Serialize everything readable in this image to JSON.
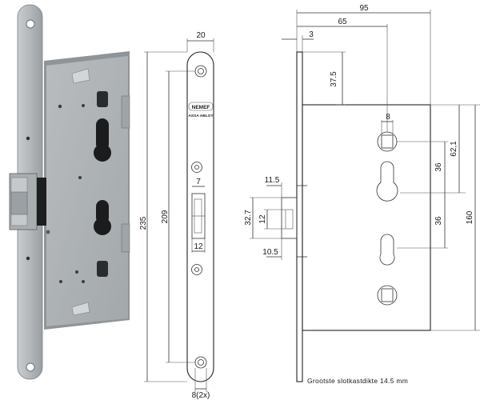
{
  "dimensions": {
    "faceplate_width": "20",
    "overall_height": "235",
    "hole_spacing": "209",
    "latch_width": "7",
    "bolt_width": "12",
    "hole_diameter": "8(2x)",
    "total_width": "95",
    "backset": "65",
    "face_thickness": "3",
    "top_offset": "37.5",
    "follower_size": "8",
    "center_62": "62,1",
    "spacing_36_upper": "36",
    "spacing_36_lower": "36",
    "case_height": "160",
    "latch_projection": "11.5",
    "latch_height": "32.7",
    "latch_inner": "12",
    "bolt_projection": "10.5"
  },
  "faceplate_brand": {
    "logo": "NEMEF",
    "sub": "ASSA ABLOY"
  },
  "note": "Grootste slotkastdikte 14.5 mm",
  "colors": {
    "steel": "#b4b8bb",
    "steel_dark": "#8d9296",
    "line": "#222222"
  }
}
